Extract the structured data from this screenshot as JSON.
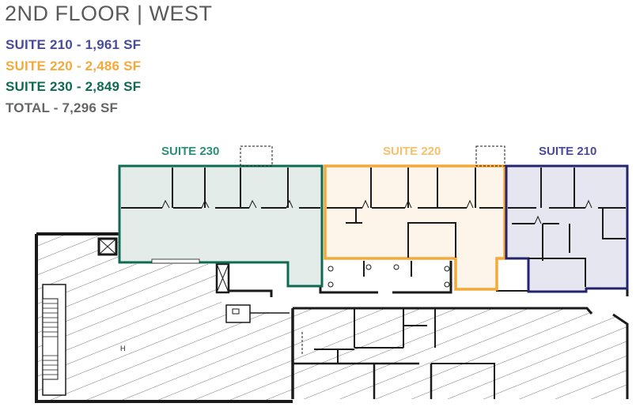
{
  "header": {
    "title": "2ND FLOOR | WEST"
  },
  "legend": {
    "items": [
      {
        "label": "SUITE 210 - 1,961 SF",
        "suite": "210",
        "sf": "1,961",
        "color": "#4a4a9a"
      },
      {
        "label": "SUITE 220 - 2,486 SF",
        "suite": "220",
        "sf": "2,486",
        "color": "#f5a93a"
      },
      {
        "label": "SUITE 230 - 2,849 SF",
        "suite": "230",
        "sf": "2,849",
        "color": "#0e6b52"
      }
    ],
    "total": {
      "label": "TOTAL - 7,296 SF",
      "sf": "7,296",
      "color": "#666666"
    }
  },
  "plan": {
    "suites": [
      {
        "id": "230",
        "label": "SUITE 230",
        "label_color": "#2a8f78",
        "border": "#0e6b52",
        "fill": "#e4ece9"
      },
      {
        "id": "220",
        "label": "SUITE 220",
        "label_color": "#f8c06a",
        "border": "#f5a93a",
        "fill": "#fdf5ea"
      },
      {
        "id": "210",
        "label": "SUITE 210",
        "label_color": "#4a4a9a",
        "border": "#24246e",
        "fill": "#e6e6f0"
      }
    ],
    "wall_color": "#1a1a1a",
    "hatch_color": "#777777"
  }
}
